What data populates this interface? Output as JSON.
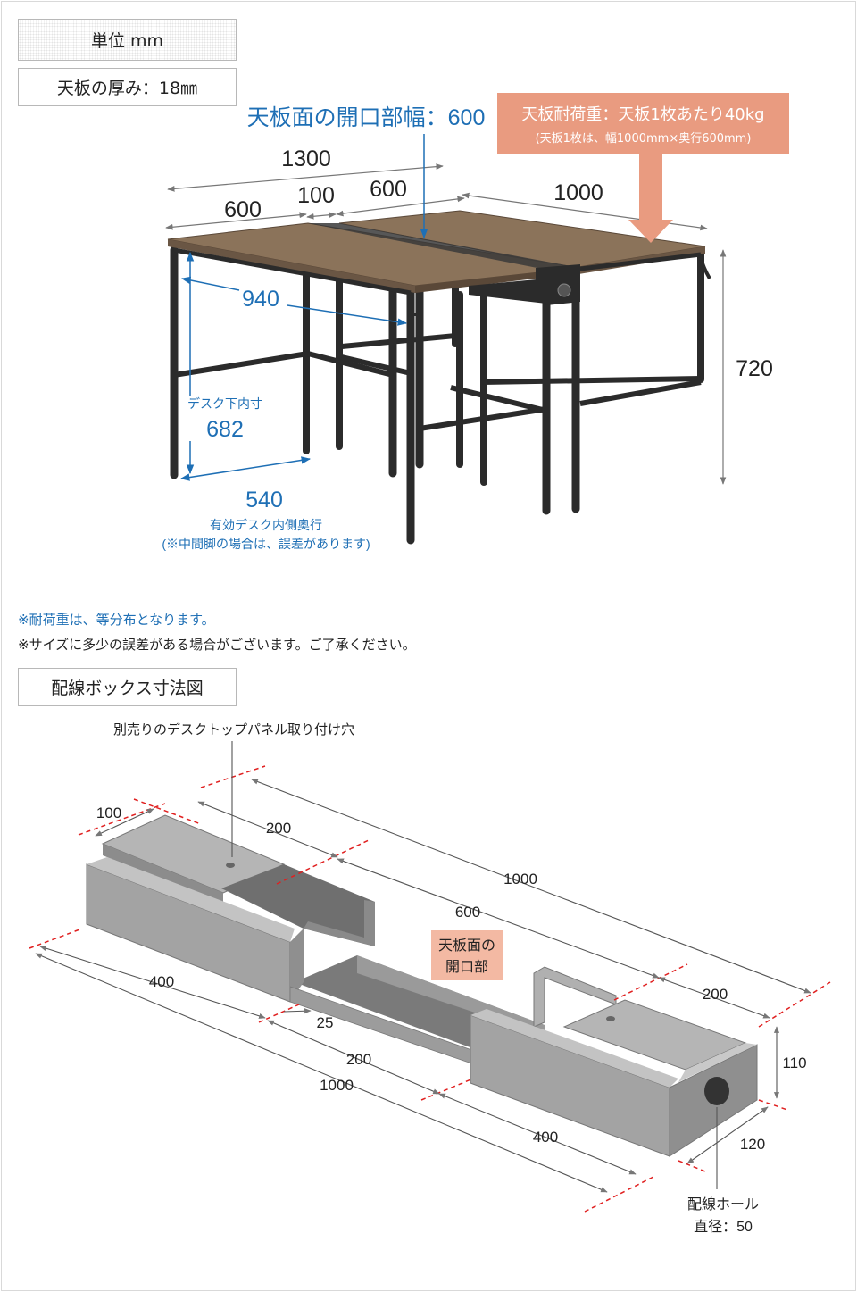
{
  "labels": {
    "unit": "単位 mm",
    "thickness": "天板の厚み：18㎜",
    "opening_width": "天板面の開口部幅：600",
    "load_main": "天板耐荷重：天板1枚あたり40kg",
    "load_sub": "(天板1枚は、幅1000mm×奥行600mm)",
    "wiring_title": "配線ボックス寸法図",
    "panel_hole": "別売りのデスクトップパネル取り付け穴",
    "box_opening_line1": "天板面の",
    "box_opening_line2": "開口部",
    "wiring_hole_line1": "配線ホール",
    "wiring_hole_line2": "直径：50"
  },
  "desk_dims": {
    "d1300": "1300",
    "d600a": "600",
    "d100": "100",
    "d600b": "600",
    "d1000": "1000",
    "d720": "720",
    "d940": "940",
    "under_label": "デスク下内寸",
    "d682": "682",
    "d540": "540",
    "inner_depth": "有効デスク内側奥行",
    "inner_note": "(※中間脚の場合は、誤差があります)"
  },
  "notes": {
    "n1": "※耐荷重は、等分布となります。",
    "n2": "※サイズに多少の誤差がある場合がございます。ご了承ください。"
  },
  "box_dims": {
    "b100": "100",
    "b200a": "200",
    "b1000a": "1000",
    "b600": "600",
    "b200b": "200",
    "b110": "110",
    "b400a": "400",
    "b25": "25",
    "b200c": "200",
    "b1000b": "1000",
    "b400b": "400",
    "b120": "120"
  },
  "colors": {
    "dim_blue": "#1e6fb5",
    "callout": "#e99b80",
    "wood": "#8b735a",
    "frame": "#2b2b2b",
    "box_gray": "#a3a3a3",
    "red_dash": "#e02020"
  }
}
